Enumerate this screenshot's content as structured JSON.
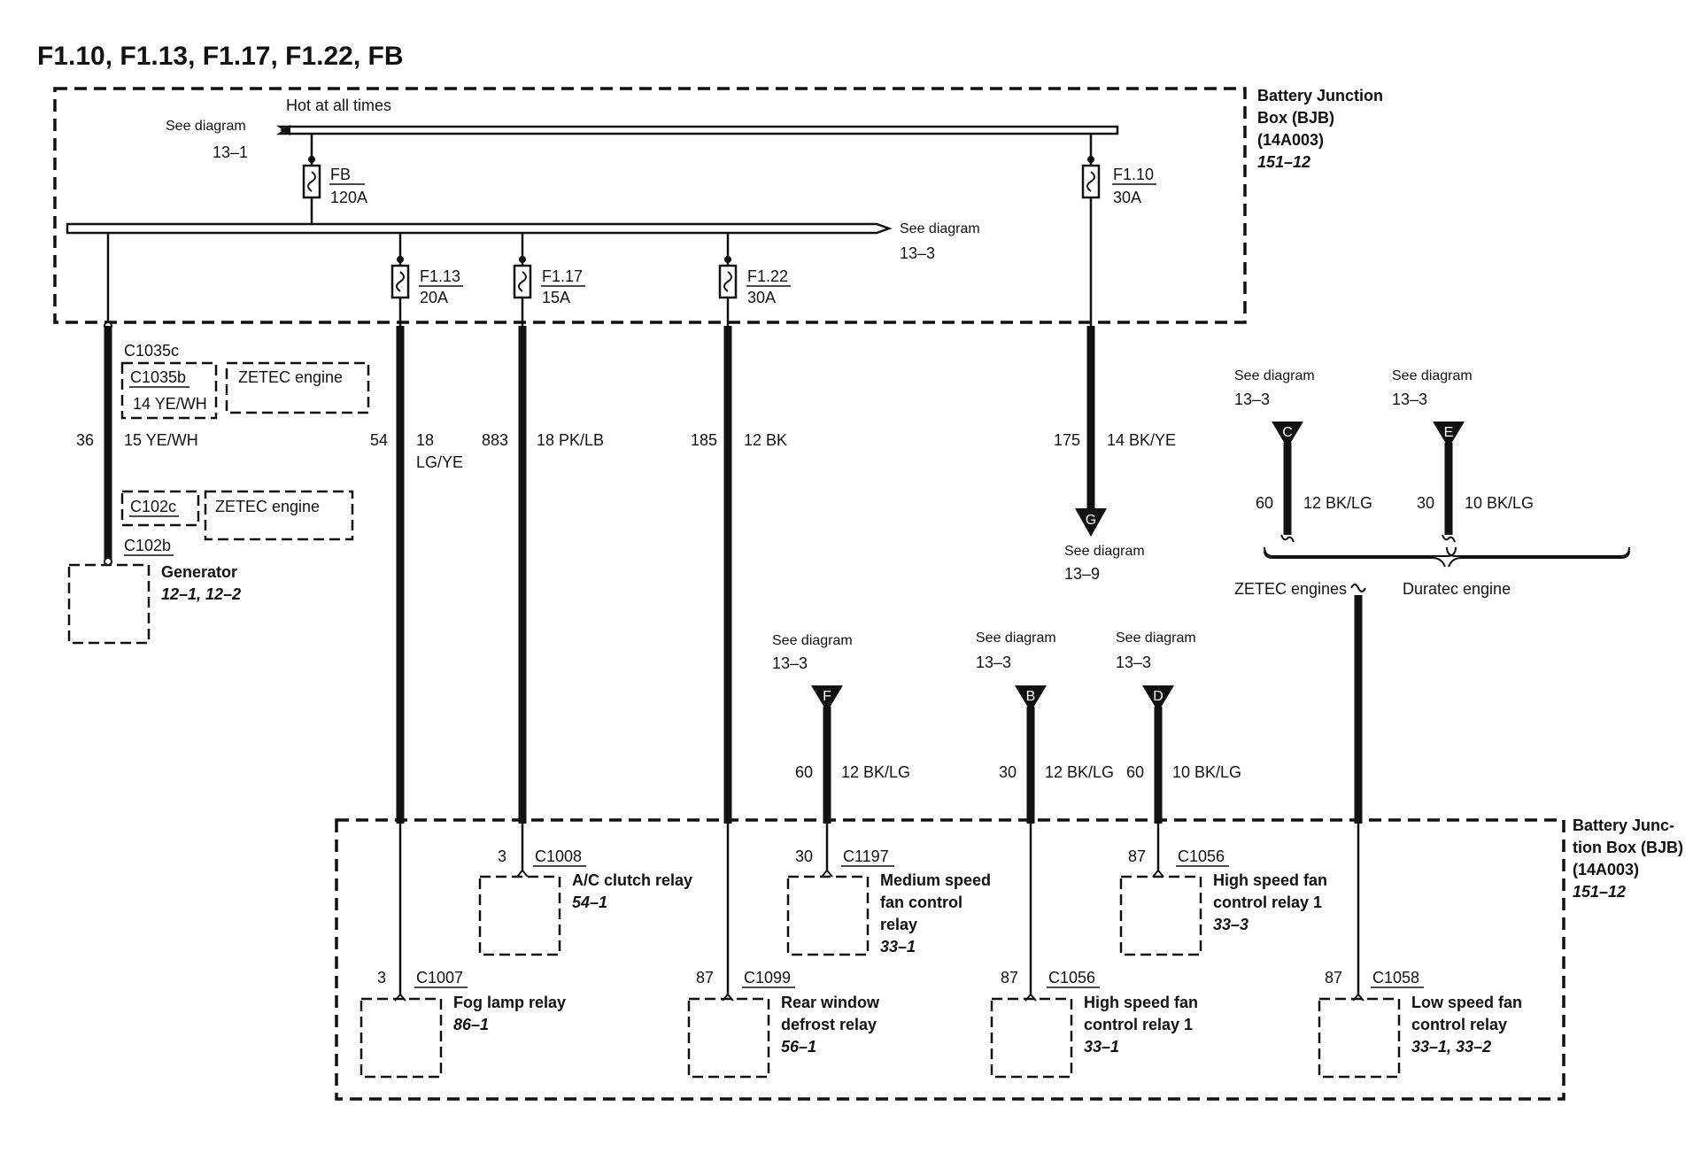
{
  "title": "F1.10, F1.13, F1.17, F1.22, FB",
  "bjb_top": {
    "line1": "Battery Junction",
    "line2": "Box (BJB)",
    "line3": "(14A003)",
    "ref": "151–12"
  },
  "bjb_bottom": {
    "line1": "Battery Junc-",
    "line2": "tion Box (BJB)",
    "line3": "(14A003)",
    "ref": "151–12"
  },
  "hot_label": "Hot at all times",
  "see_diagram": "See diagram",
  "refs": {
    "r13_1": "13–1",
    "r13_3": "13–3",
    "r13_9": "13–9"
  },
  "fuses": {
    "fb": {
      "name": "FB",
      "rating": "120A"
    },
    "f110": {
      "name": "F1.10",
      "rating": "30A"
    },
    "f113": {
      "name": "F1.13",
      "rating": "20A"
    },
    "f117": {
      "name": "F1.17",
      "rating": "15A"
    },
    "f122": {
      "name": "F1.22",
      "rating": "30A"
    }
  },
  "connectors": {
    "c1035c": "C1035c",
    "c1035b": "C1035b",
    "c1035b_wire": "14 YE/WH",
    "c102c": "C102c",
    "c102b": "C102b",
    "zetec_engine": "ZETEC engine"
  },
  "generator": {
    "name": "Generator",
    "ref": "12–1, 12–2"
  },
  "circuits": {
    "gen": {
      "num": "36",
      "wire": "15 YE/WH"
    },
    "fog": {
      "num": "54",
      "wire1": "18",
      "wire2": "LG/YE"
    },
    "ac": {
      "num": "883",
      "wire": "18 PK/LB"
    },
    "rear": {
      "num": "185",
      "wire": "12 BK"
    },
    "g": {
      "num": "175",
      "wire": "14 BK/YE"
    },
    "c": {
      "num": "60",
      "wire": "12 BK/LG"
    },
    "e": {
      "num": "30",
      "wire": "10 BK/LG"
    },
    "f": {
      "num": "60",
      "wire": "12 BK/LG"
    },
    "b": {
      "num": "30",
      "wire": "12 BK/LG"
    },
    "d": {
      "num": "60",
      "wire": "10 BK/LG"
    }
  },
  "terminals": {
    "C": "C",
    "E": "E",
    "F": "F",
    "B": "B",
    "D": "D",
    "G": "G"
  },
  "engines": {
    "zetec": "ZETEC engines",
    "duratec": "Duratec engine"
  },
  "relays": {
    "ac": {
      "pin": "3",
      "conn": "C1008",
      "name1": "A/C clutch relay",
      "ref": "54–1"
    },
    "med": {
      "pin": "30",
      "conn": "C1197",
      "name1": "Medium speed",
      "name2": "fan control",
      "name3": "relay",
      "ref": "33–1"
    },
    "hs_top": {
      "pin": "87",
      "conn": "C1056",
      "name1": "High speed fan",
      "name2": "control relay 1",
      "ref": "33–3"
    },
    "fog": {
      "pin": "3",
      "conn": "C1007",
      "name1": "Fog lamp relay",
      "ref": "86–1"
    },
    "rear": {
      "pin": "87",
      "conn": "C1099",
      "name1": "Rear window",
      "name2": "defrost relay",
      "ref": "56–1"
    },
    "hs_bot": {
      "pin": "87",
      "conn": "C1056",
      "name1": "High speed fan",
      "name2": "control relay 1",
      "ref": "33–1"
    },
    "low": {
      "pin": "87",
      "conn": "C1058",
      "name1": "Low speed fan",
      "name2": "control relay",
      "ref": "33–1, 33–2"
    }
  }
}
